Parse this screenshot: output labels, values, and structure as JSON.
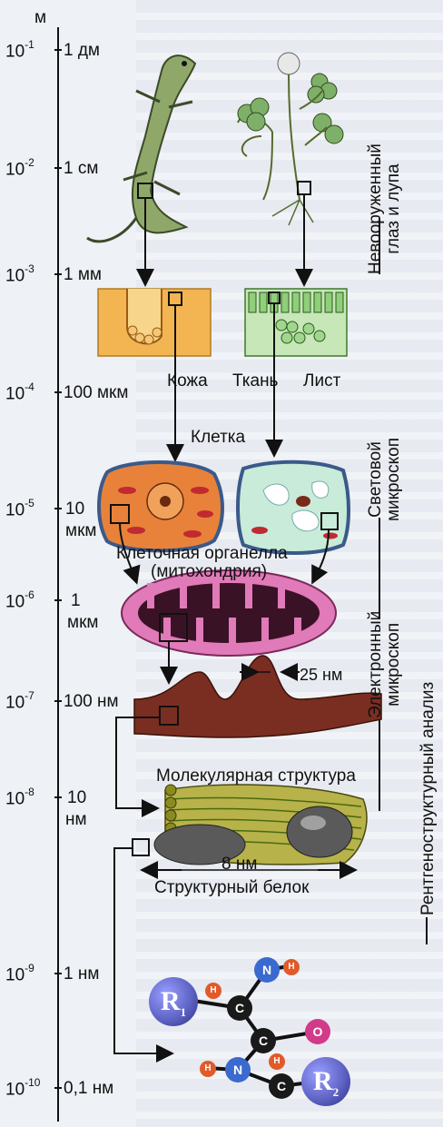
{
  "axis": {
    "unit": "м",
    "ticks": [
      {
        "power": "10",
        "exp": "-1",
        "label": "1 дм"
      },
      {
        "power": "10",
        "exp": "-2",
        "label": "1 см"
      },
      {
        "power": "10",
        "exp": "-3",
        "label": "1 мм"
      },
      {
        "power": "10",
        "exp": "-4",
        "label": "100 мкм"
      },
      {
        "power": "10",
        "exp": "-5",
        "label": "10",
        "label2": "мкм"
      },
      {
        "power": "10",
        "exp": "-6",
        "label": "1",
        "label2": "мкм"
      },
      {
        "power": "10",
        "exp": "-7",
        "label": "100 нм"
      },
      {
        "power": "10",
        "exp": "-8",
        "label": "10",
        "label2": "нм"
      },
      {
        "power": "10",
        "exp": "-9",
        "label": "1 нм"
      },
      {
        "power": "10",
        "exp": "-10",
        "label": "0,1 нм"
      }
    ]
  },
  "labels": {
    "skin": "Кожа",
    "tissue": "Ткань",
    "leaf": "Лист",
    "cell": "Клетка",
    "organelle_1": "Клеточная органелла",
    "organelle_2": "(митохондрия)",
    "dim_25": "25 нм",
    "molecular": "Молекулярная структура",
    "dim_8": "8 нм",
    "protein": "Структурный белок"
  },
  "methods": {
    "eye_1": "Невооруженный",
    "eye_2": "глаз и лупа",
    "light_1": "Световой",
    "light_2": "микроскоп",
    "em_1": "Электронный",
    "em_2": "микроскоп",
    "xray": "Рентгеноструктурный анализ"
  },
  "atoms": {
    "r1": "R",
    "r1_sub": "1",
    "r2": "R",
    "r2_sub": "2",
    "c": "C",
    "n": "N",
    "o": "O",
    "h": "H"
  },
  "colors": {
    "skin_tissue": "#f2b552",
    "leaf_green": "#a8d89a",
    "cell_orange": "#e8823a",
    "cell_green": "#c9ebd9",
    "mito_pink": "#e07ab8",
    "mito_dark": "#3a1226",
    "membrane": "#7a2e22",
    "r_group": "#5a5fc0",
    "oxygen": "#d23a8a",
    "hydrogen": "#e05a2a"
  }
}
